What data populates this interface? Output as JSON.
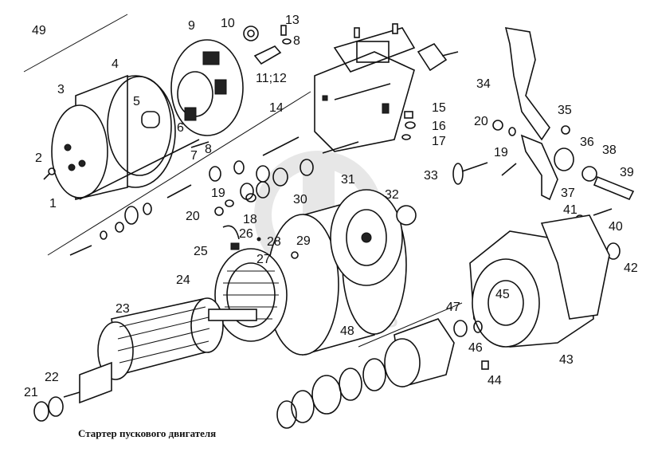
{
  "caption": "Стартер пускового двигателя",
  "watermark": "alpha-parts",
  "callouts": [
    "49",
    "3",
    "4",
    "9",
    "10",
    "13",
    "8",
    "11;12",
    "5",
    "6",
    "7",
    "8",
    "2",
    "1",
    "14",
    "15",
    "16",
    "17",
    "19",
    "20",
    "20",
    "19",
    "18",
    "30",
    "31",
    "32",
    "26",
    "28",
    "29",
    "27",
    "25",
    "24",
    "23",
    "22",
    "21",
    "34",
    "35",
    "36",
    "38",
    "39",
    "33",
    "37",
    "41",
    "40",
    "42",
    "47",
    "45",
    "46",
    "44",
    "48",
    "43"
  ]
}
